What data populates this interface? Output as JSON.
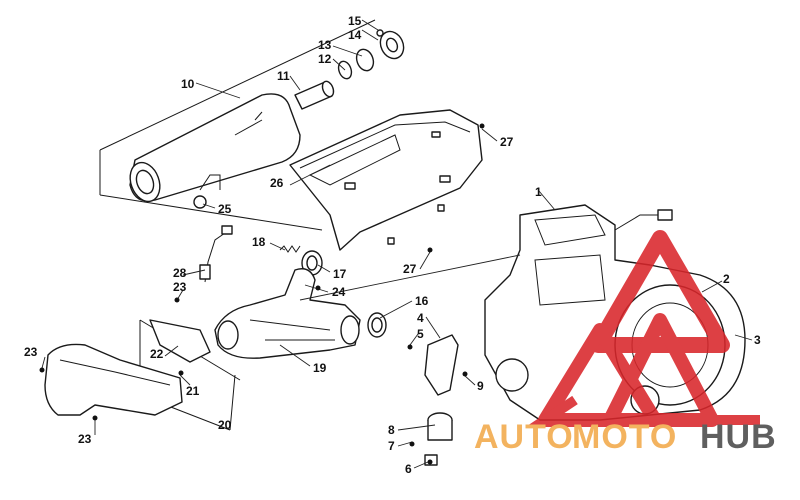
{
  "callouts": {
    "c1": "1",
    "c2": "2",
    "c3": "3",
    "c4": "4",
    "c5": "5",
    "c6": "6",
    "c7": "7",
    "c8": "8",
    "c9": "9",
    "c10": "10",
    "c11": "11",
    "c12": "12",
    "c13": "13",
    "c14": "14",
    "c15": "15",
    "c16": "16",
    "c17": "17",
    "c18": "18",
    "c19": "19",
    "c20": "20",
    "c21": "21",
    "c22": "22",
    "c23a": "23",
    "c23b": "23",
    "c23c": "23",
    "c24": "24",
    "c25": "25",
    "c26": "26",
    "c27a": "27",
    "c27b": "27",
    "c28": "28"
  },
  "watermark": {
    "part1": "AUTO",
    "part2": "MOTO",
    "part3": "HUB",
    "color_orange": "#f2a94a",
    "color_red": "#d9262b",
    "color_dark": "#4a4a4a"
  }
}
